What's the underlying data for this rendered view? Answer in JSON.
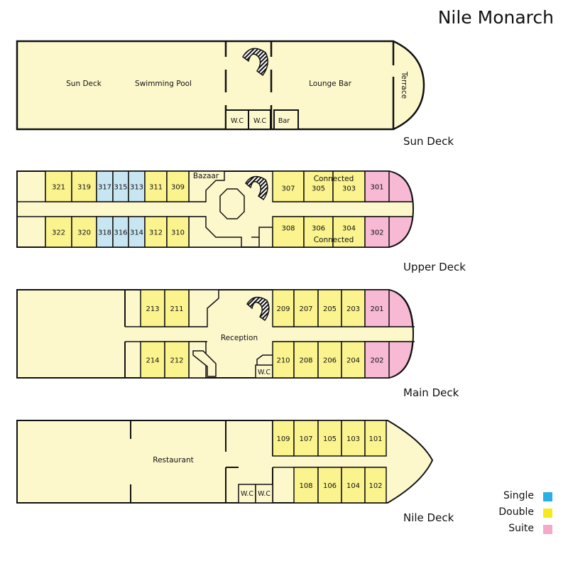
{
  "ship_name": "Nile Monarch",
  "decks": {
    "sun": {
      "name": "Sun Deck",
      "areas": {
        "sun_deck": "Sun Deck",
        "swimming_pool": "Swimming Pool",
        "lounge_bar": "Lounge Bar",
        "terrace": "Terrace",
        "wc1": "W.C",
        "wc2": "W.C",
        "bar": "Bar"
      }
    },
    "upper": {
      "name": "Upper Deck",
      "bazaar": "Bazaar",
      "connected_top": "Connected",
      "connected_bottom": "Connected",
      "rooms_top": [
        "321",
        "319",
        "317",
        "315",
        "313",
        "311",
        "309",
        "307",
        "305",
        "303",
        "301"
      ],
      "rooms_bottom": [
        "322",
        "320",
        "318",
        "316",
        "314",
        "312",
        "310",
        "308",
        "306",
        "304",
        "302"
      ]
    },
    "main": {
      "name": "Main Deck",
      "reception": "Reception",
      "wc": "W.C",
      "rooms_top": [
        "213",
        "211",
        "209",
        "207",
        "205",
        "203",
        "201"
      ],
      "rooms_bottom": [
        "214",
        "212",
        "210",
        "208",
        "206",
        "204",
        "202"
      ]
    },
    "nile": {
      "name": "Nile Deck",
      "restaurant": "Restaurant",
      "wc1": "W.C",
      "wc2": "W.C",
      "rooms_top": [
        "109",
        "107",
        "105",
        "103",
        "101"
      ],
      "rooms_bottom": [
        "108",
        "106",
        "104",
        "102"
      ]
    }
  },
  "legend": [
    {
      "label": "Single",
      "color": "#2ab0e4"
    },
    {
      "label": "Double",
      "color": "#f6ea1c"
    },
    {
      "label": "Suite",
      "color": "#f5a8c8"
    }
  ],
  "colors": {
    "floor": "#fdf8cc",
    "single": "#c8e6f2",
    "double": "#fbf38e",
    "suite": "#f7b9d3",
    "wall": "#111111"
  }
}
